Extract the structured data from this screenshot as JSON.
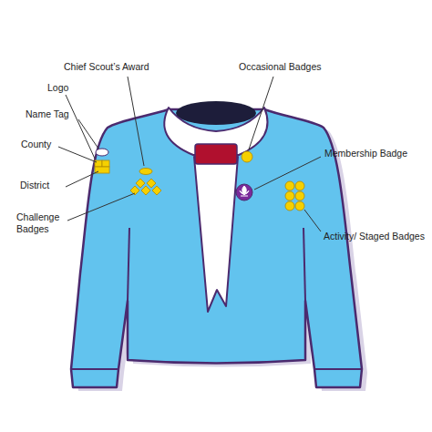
{
  "diagram": {
    "labels": [
      "Chief Scout’s Award",
      "Logo",
      "Name Tag",
      "County",
      "District",
      "Challenge Badges",
      "Occasional Badges",
      "Membership Badge",
      "Activity/ Staged Badges"
    ]
  }
}
